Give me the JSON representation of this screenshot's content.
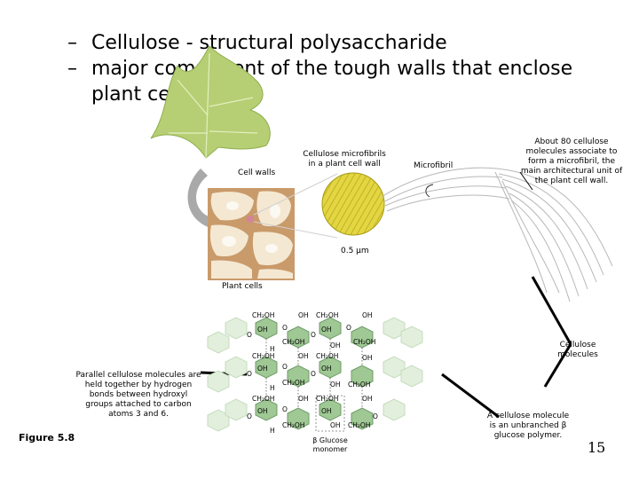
{
  "bullets": [
    {
      "marker": "–",
      "text": "Cellulose - structural polysaccharide"
    },
    {
      "marker": "–",
      "text": "major component of the tough walls that enclose plant cells"
    }
  ],
  "labels": {
    "cell_walls": "Cell walls",
    "microfibrils_in_wall": "Cellulose microfibrils in a plant cell wall",
    "microfibril": "Microfibril",
    "about_80": "About 80 cellulose molecules associate to form a microfibril, the main architectural unit of the plant cell wall.",
    "scale": "0.5 µm",
    "plant_cells": "Plant cells",
    "cellulose_molecules": "Cellulose molecules",
    "parallel": "Parallel cellulose molecules are held together by hydrogen bonds between hydroxyl groups attached to carbon atoms 3 and 6.",
    "unbranched": "A cellulose molecule is an unbranched β glucose polymer.",
    "glucose_monomer_1": "β Glucose",
    "glucose_monomer_2": "monomer"
  },
  "figure": "Figure 5.8",
  "page_number": "15",
  "molecule": {
    "ch2oh": "CH₂OH",
    "oh": "OH",
    "o": "O",
    "h": "H"
  },
  "colors": {
    "leaf": "#b6cf74",
    "leaf_dark": "#8fae4c",
    "wall": "#c99a6a",
    "cell": "#f4e8d2",
    "fibril_disc": "#e3d642",
    "chain": "#7fae78",
    "arrow": "#9a9a9a"
  }
}
